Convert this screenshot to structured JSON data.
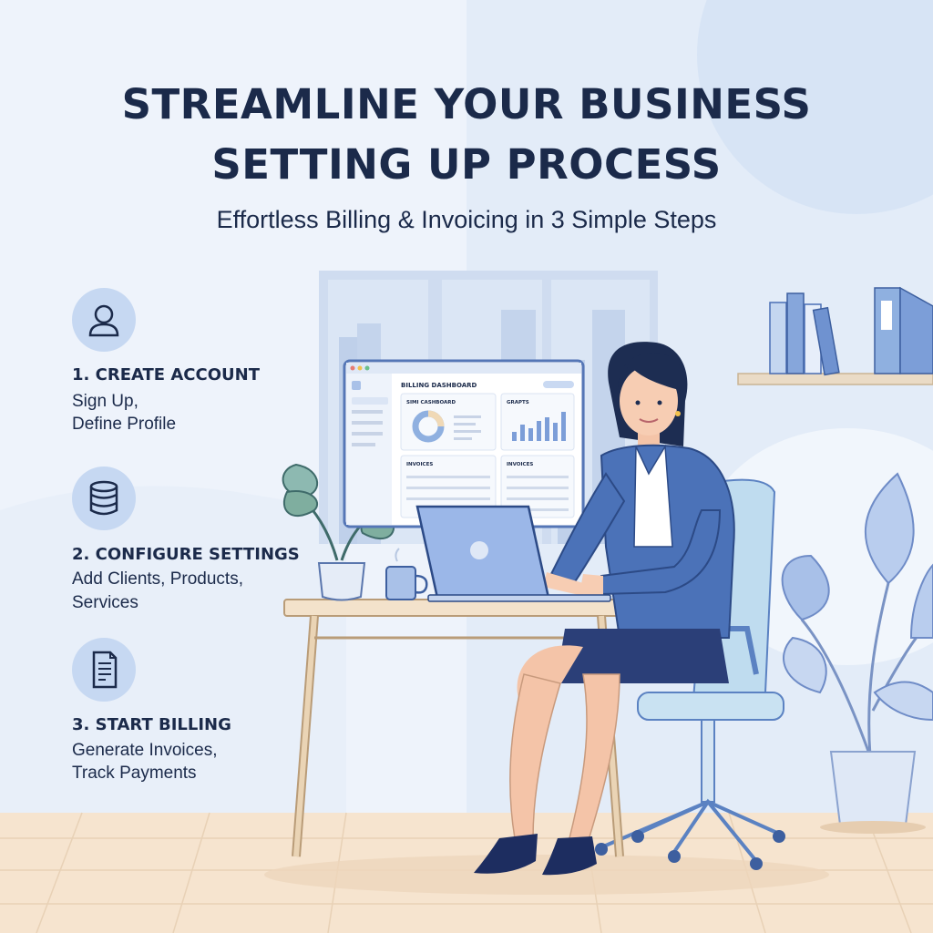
{
  "header": {
    "title_line1": "STREAMLINE YOUR BUSINESS",
    "title_line2": "SETTING UP PROCESS",
    "subtitle": "Effortless Billing & Invoicing in 3 Simple Steps"
  },
  "steps": [
    {
      "icon": "user-icon",
      "title": "1. CREATE ACCOUNT",
      "line1": "Sign Up,",
      "line2": "Define Profile"
    },
    {
      "icon": "database-icon",
      "title": "2. CONFIGURE SETTINGS",
      "line1": "Add Clients, Products,",
      "line2": "Services"
    },
    {
      "icon": "invoice-icon",
      "title": "3. START BILLING",
      "line1": "Generate Invoices,",
      "line2": "Track Payments"
    }
  ],
  "monitor": {
    "header": "BILLING DASHBOARD",
    "card1_title": "SIMI CASHBOARD",
    "card2_title": "GRAPTS",
    "card3_title": "INVOICES",
    "card4_title": "INVOICES"
  },
  "colors": {
    "navy": "#1b2a4a",
    "accent": "#4a6fb5",
    "light_blue": "#c6d8f2",
    "floor": "#f6e4cf",
    "desk": "#e8d2b3"
  }
}
